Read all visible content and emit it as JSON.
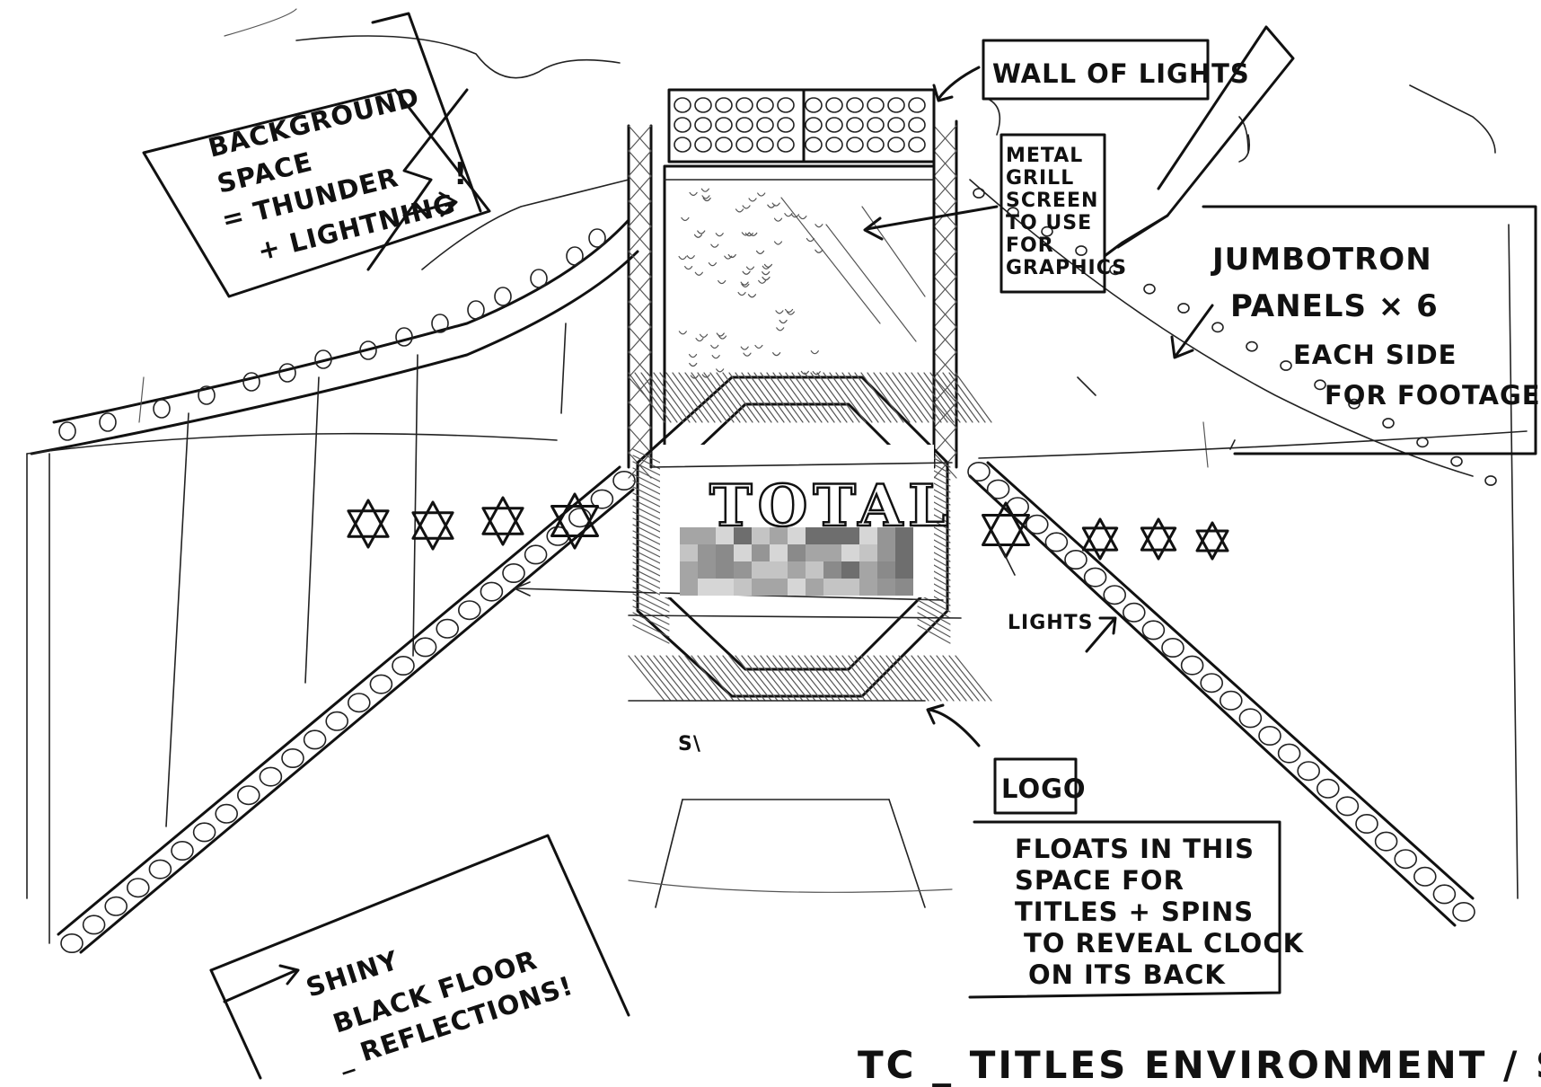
{
  "labels": {
    "background": [
      "BACKGROUND",
      "SPACE",
      "= THUNDER",
      "+ LIGHTNING"
    ],
    "background_exclaim": "!",
    "wall_of_lights": "WALL OF LIGHTS",
    "metal_grill": [
      "METAL",
      "GRILL",
      "SCREEN",
      "TO USE",
      "FOR",
      "GRAPHICS"
    ],
    "jumbotron": [
      "JUMBOTRON",
      "PANELS × 6",
      "EACH SIDE",
      "FOR FOOTAGE"
    ],
    "lights": "LIGHTS",
    "logo": "LOGO",
    "logo_note": [
      "FLOATS IN THIS",
      "SPACE FOR",
      "TITLES + SPINS",
      "TO REVEAL CLOCK",
      "ON ITS BACK"
    ],
    "floor": [
      "SHINY",
      "BLACK FLOOR",
      "_ REFLECTIONS!"
    ],
    "octagon_word": "TOTAL",
    "floor_mark": "S\\",
    "footer_title": "TC _ TITLES ENVIRONMENT / SCENE"
  },
  "colors": {
    "ink": "#111111",
    "paper": "#ffffff",
    "pixelate": [
      "#8a8a8a",
      "#a5a5a5",
      "#6e6e6e",
      "#c4c4c4",
      "#959595",
      "#d6d6d6"
    ]
  },
  "icons": [
    "star-icon",
    "exclamation-icon",
    "arrow-icon"
  ]
}
